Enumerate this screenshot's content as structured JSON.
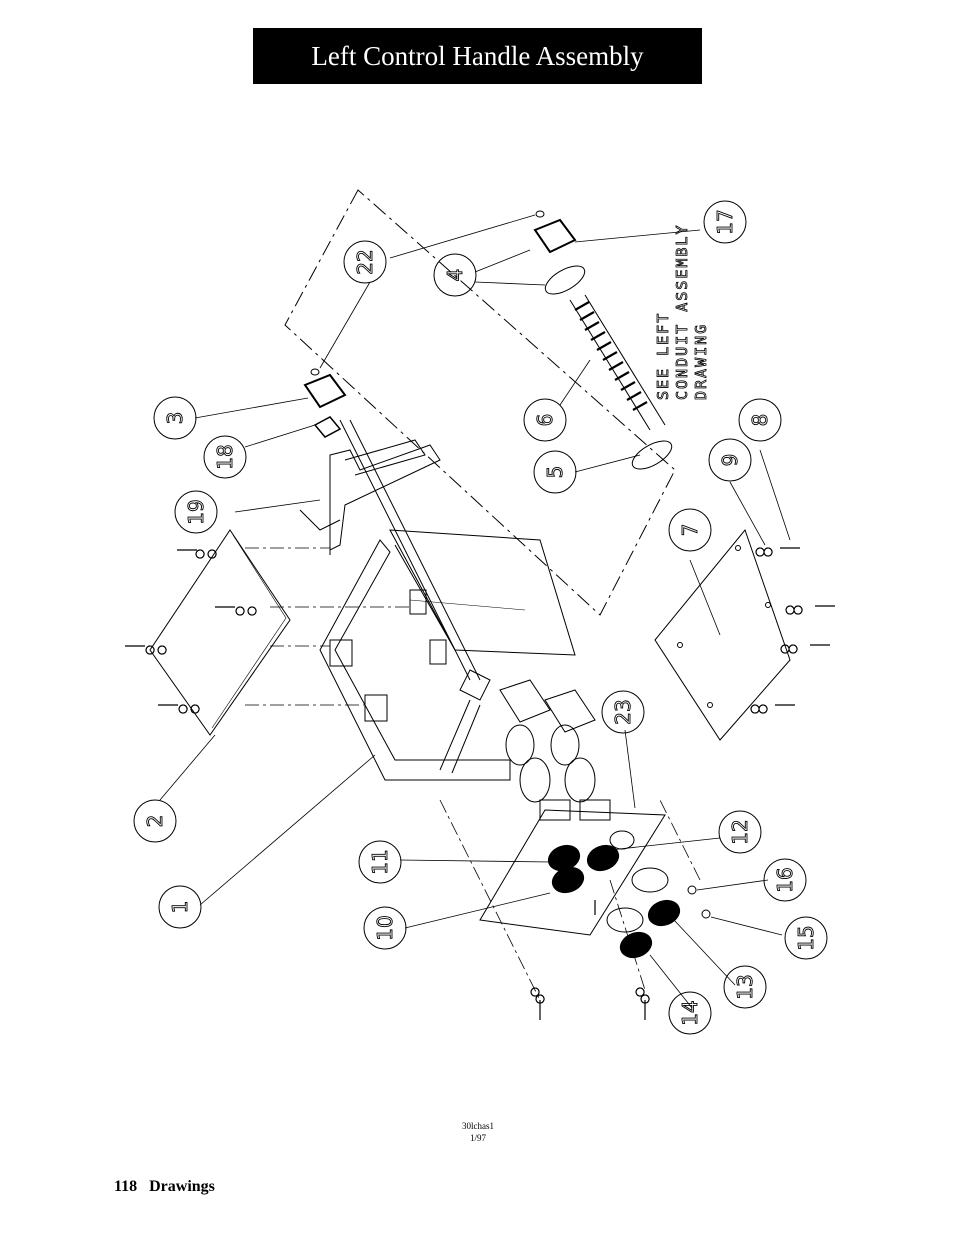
{
  "header": {
    "title": "Left Control Handle Assembly"
  },
  "drawing": {
    "callouts": [
      "1",
      "2",
      "3",
      "4",
      "5",
      "6",
      "7",
      "8",
      "9",
      "10",
      "11",
      "12",
      "13",
      "14",
      "15",
      "16",
      "17",
      "18",
      "19",
      "22",
      "23"
    ],
    "note": [
      "SEE LEFT",
      "CONDUIT ASSEMBLY",
      "DRAWING"
    ],
    "drawing_code": "30lchas1",
    "drawing_date": "1/97"
  },
  "footer": {
    "page_number": "118",
    "section": "Drawings"
  }
}
